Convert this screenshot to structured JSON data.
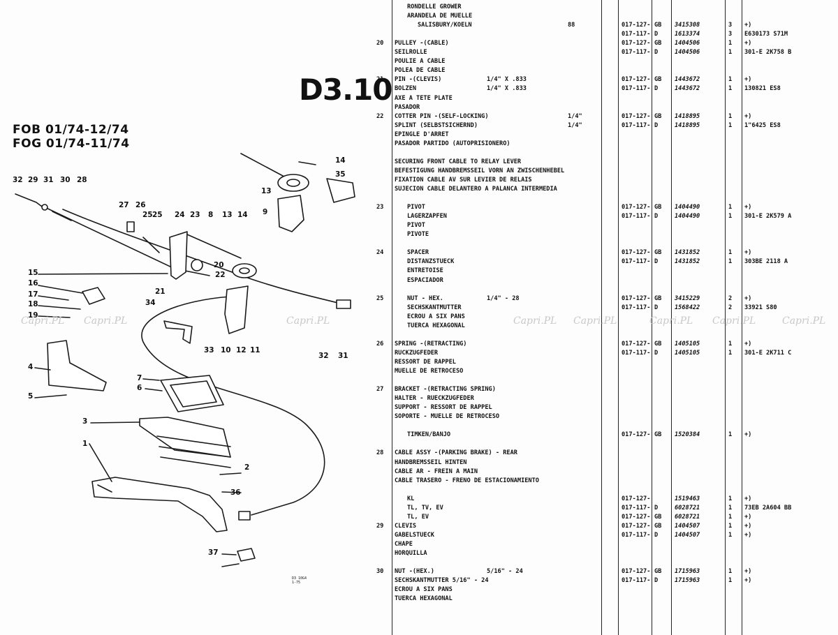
{
  "header": {
    "page_code": "D3.10",
    "fob": "FOB 01/74-12/74",
    "fog": "FOG 01/74-11/74",
    "stamp_line1": "D3 10G4",
    "stamp_line2": "1-75"
  },
  "watermark": "Capri.PL",
  "diagram_labels": [
    {
      "n": "32"
    },
    {
      "n": "29"
    },
    {
      "n": "31"
    },
    {
      "n": "30"
    },
    {
      "n": "28"
    },
    {
      "n": "14"
    },
    {
      "n": "35"
    },
    {
      "n": "13"
    },
    {
      "n": "9"
    },
    {
      "n": "27"
    },
    {
      "n": "26"
    },
    {
      "n": "25"
    },
    {
      "n": "25"
    },
    {
      "n": "24"
    },
    {
      "n": "23"
    },
    {
      "n": "8"
    },
    {
      "n": "13"
    },
    {
      "n": "14"
    },
    {
      "n": "15"
    },
    {
      "n": "16"
    },
    {
      "n": "17"
    },
    {
      "n": "18"
    },
    {
      "n": "19"
    },
    {
      "n": "20"
    },
    {
      "n": "22"
    },
    {
      "n": "21"
    },
    {
      "n": "34"
    },
    {
      "n": "33"
    },
    {
      "n": "10"
    },
    {
      "n": "12"
    },
    {
      "n": "11"
    },
    {
      "n": "32"
    },
    {
      "n": "31"
    },
    {
      "n": "4"
    },
    {
      "n": "5"
    },
    {
      "n": "7"
    },
    {
      "n": "6"
    },
    {
      "n": "3"
    },
    {
      "n": "1"
    },
    {
      "n": "2"
    },
    {
      "n": "36"
    },
    {
      "n": "37"
    }
  ],
  "parts_rows": [
    {
      "item": "",
      "desc": "RONDELLE GROWER",
      "ind": 1,
      "size": "",
      "size2": "",
      "mod": "",
      "ctry": "",
      "part": "",
      "qty": "",
      "note": ""
    },
    {
      "item": "",
      "desc": "ARANDELA DE MUELLE",
      "ind": 1,
      "size": "",
      "size2": "",
      "mod": "",
      "ctry": "",
      "part": "",
      "qty": "",
      "note": ""
    },
    {
      "item": "",
      "desc": "SALISBURY/KOELN",
      "ind": 2,
      "size": "",
      "size2": "88",
      "mod": "017‐127‐",
      "ctry": "GB",
      "part": "3415308",
      "qty": "3",
      "note": "+)"
    },
    {
      "item": "",
      "desc": "",
      "ind": 0,
      "size": "",
      "size2": "",
      "mod": "017‐117‐",
      "ctry": "D",
      "part": "1613374",
      "qty": "3",
      "note": "E630173 S71M"
    },
    {
      "item": "20",
      "desc": "PULLEY ‐(CABLE)",
      "ind": 0,
      "size": "",
      "size2": "",
      "mod": "017‐127‐",
      "ctry": "GB",
      "part": "1404506",
      "qty": "1",
      "note": "+)"
    },
    {
      "item": "",
      "desc": "SEILROLLE",
      "ind": 0,
      "size": "",
      "size2": "",
      "mod": "017‐117‐",
      "ctry": "D",
      "part": "1404506",
      "qty": "1",
      "note": "301‐E 2K758 B"
    },
    {
      "item": "",
      "desc": "POULIE A CABLE",
      "ind": 0,
      "size": "",
      "size2": "",
      "mod": "",
      "ctry": "",
      "part": "",
      "qty": "",
      "note": ""
    },
    {
      "item": "",
      "desc": "POLEA DE CABLE",
      "ind": 0,
      "size": "",
      "size2": "",
      "mod": "",
      "ctry": "",
      "part": "",
      "qty": "",
      "note": ""
    },
    {
      "item": "21",
      "desc": "PIN ‐(CLEVIS)",
      "ind": 0,
      "size": "1/4\" X .833",
      "size2": "",
      "mod": "017‐127‐",
      "ctry": "GB",
      "part": "1443672",
      "qty": "1",
      "note": "+)"
    },
    {
      "item": "",
      "desc": "BOLZEN",
      "ind": 0,
      "size": "1/4\" X .833",
      "size2": "",
      "mod": "017‐117‐",
      "ctry": "D",
      "part": "1443672",
      "qty": "1",
      "note": "130821 ES8"
    },
    {
      "item": "",
      "desc": "AXE A TETE PLATE",
      "ind": 0,
      "size": "",
      "size2": "",
      "mod": "",
      "ctry": "",
      "part": "",
      "qty": "",
      "note": ""
    },
    {
      "item": "",
      "desc": "PASADOR",
      "ind": 0,
      "size": "",
      "size2": "",
      "mod": "",
      "ctry": "",
      "part": "",
      "qty": "",
      "note": ""
    },
    {
      "item": "22",
      "desc": "COTTER PIN ‐(SELF‐LOCKING)",
      "ind": 0,
      "size": "",
      "size2": "1/4\"",
      "mod": "017‐127‐",
      "ctry": "GB",
      "part": "1418895",
      "qty": "1",
      "note": "+)"
    },
    {
      "item": "",
      "desc": "SPLINT (SELBSTSICHERND)",
      "ind": 0,
      "size": "",
      "size2": "1/4\"",
      "mod": "017‐117‐",
      "ctry": "D",
      "part": "1418895",
      "qty": "1",
      "note": "1\"6425 ES8"
    },
    {
      "item": "",
      "desc": "EPINGLE D'ARRET",
      "ind": 0,
      "size": "",
      "size2": "",
      "mod": "",
      "ctry": "",
      "part": "",
      "qty": "",
      "note": ""
    },
    {
      "item": "",
      "desc": "PASADOR PARTIDO (AUTOPRISIONERO)",
      "ind": 0,
      "size": "",
      "size2": "",
      "mod": "",
      "ctry": "",
      "part": "",
      "qty": "",
      "note": ""
    },
    {
      "item": "",
      "desc": "",
      "ind": 0,
      "size": "",
      "size2": "",
      "mod": "",
      "ctry": "",
      "part": "",
      "qty": "",
      "note": ""
    },
    {
      "item": "",
      "desc": "SECURING FRONT CABLE TO RELAY LEVER",
      "ind": 0,
      "size": "",
      "size2": "",
      "mod": "",
      "ctry": "",
      "part": "",
      "qty": "",
      "note": ""
    },
    {
      "item": "",
      "desc": "BEFESTIGUNG HANDBREMSSEIL VORN AN ZWISCHENHEBEL",
      "ind": 0,
      "size": "",
      "size2": "",
      "mod": "",
      "ctry": "",
      "part": "",
      "qty": "",
      "note": ""
    },
    {
      "item": "",
      "desc": "FIXATION CABLE AV SUR LEVIER DE RELAIS",
      "ind": 0,
      "size": "",
      "size2": "",
      "mod": "",
      "ctry": "",
      "part": "",
      "qty": "",
      "note": ""
    },
    {
      "item": "",
      "desc": "SUJECION CABLE DELANTERO A PALANCA INTERMEDIA",
      "ind": 0,
      "size": "",
      "size2": "",
      "mod": "",
      "ctry": "",
      "part": "",
      "qty": "",
      "note": ""
    },
    {
      "item": "",
      "desc": "",
      "ind": 0,
      "size": "",
      "size2": "",
      "mod": "",
      "ctry": "",
      "part": "",
      "qty": "",
      "note": ""
    },
    {
      "item": "23",
      "desc": "PIVOT",
      "ind": 1,
      "size": "",
      "size2": "",
      "mod": "017‐127‐",
      "ctry": "GB",
      "part": "1404490",
      "qty": "1",
      "note": "+)"
    },
    {
      "item": "",
      "desc": "LAGERZAPFEN",
      "ind": 1,
      "size": "",
      "size2": "",
      "mod": "017‐117‐",
      "ctry": "D",
      "part": "1404490",
      "qty": "1",
      "note": "301‐E 2K579 A"
    },
    {
      "item": "",
      "desc": "PIVOT",
      "ind": 1,
      "size": "",
      "size2": "",
      "mod": "",
      "ctry": "",
      "part": "",
      "qty": "",
      "note": ""
    },
    {
      "item": "",
      "desc": "PIVOTE",
      "ind": 1,
      "size": "",
      "size2": "",
      "mod": "",
      "ctry": "",
      "part": "",
      "qty": "",
      "note": ""
    },
    {
      "item": "",
      "desc": "",
      "ind": 0,
      "size": "",
      "size2": "",
      "mod": "",
      "ctry": "",
      "part": "",
      "qty": "",
      "note": ""
    },
    {
      "item": "24",
      "desc": "SPACER",
      "ind": 1,
      "size": "",
      "size2": "",
      "mod": "017‐127‐",
      "ctry": "GB",
      "part": "1431852",
      "qty": "1",
      "note": "+)"
    },
    {
      "item": "",
      "desc": "DISTANZSTUECK",
      "ind": 1,
      "size": "",
      "size2": "",
      "mod": "017‐117‐",
      "ctry": "D",
      "part": "1431852",
      "qty": "1",
      "note": "303BE 2118 A"
    },
    {
      "item": "",
      "desc": "ENTRETOISE",
      "ind": 1,
      "size": "",
      "size2": "",
      "mod": "",
      "ctry": "",
      "part": "",
      "qty": "",
      "note": ""
    },
    {
      "item": "",
      "desc": "ESPACIADOR",
      "ind": 1,
      "size": "",
      "size2": "",
      "mod": "",
      "ctry": "",
      "part": "",
      "qty": "",
      "note": ""
    },
    {
      "item": "",
      "desc": "",
      "ind": 0,
      "size": "",
      "size2": "",
      "mod": "",
      "ctry": "",
      "part": "",
      "qty": "",
      "note": ""
    },
    {
      "item": "25",
      "desc": "NUT ‐ HEX.",
      "ind": 1,
      "size": "1/4\" ‐ 28",
      "size2": "",
      "mod": "017‐127‐",
      "ctry": "GB",
      "part": "3415229",
      "qty": "2",
      "note": "+)"
    },
    {
      "item": "",
      "desc": "SECHSKANTMUTTER",
      "ind": 1,
      "size": "",
      "size2": "",
      "mod": "017‐117‐",
      "ctry": "D",
      "part": "1568422",
      "qty": "2",
      "note": "33921 S80"
    },
    {
      "item": "",
      "desc": "ECROU A SIX PANS",
      "ind": 1,
      "size": "",
      "size2": "",
      "mod": "",
      "ctry": "",
      "part": "",
      "qty": "",
      "note": ""
    },
    {
      "item": "",
      "desc": "TUERCA HEXAGONAL",
      "ind": 1,
      "size": "",
      "size2": "",
      "mod": "",
      "ctry": "",
      "part": "",
      "qty": "",
      "note": ""
    },
    {
      "item": "",
      "desc": "",
      "ind": 0,
      "size": "",
      "size2": "",
      "mod": "",
      "ctry": "",
      "part": "",
      "qty": "",
      "note": ""
    },
    {
      "item": "26",
      "desc": "SPRING ‐(RETRACTING)",
      "ind": 0,
      "size": "",
      "size2": "",
      "mod": "017‐127‐",
      "ctry": "GB",
      "part": "1405105",
      "qty": "1",
      "note": "+)"
    },
    {
      "item": "",
      "desc": "RUCKZUGFEDER",
      "ind": 0,
      "size": "",
      "size2": "",
      "mod": "017‐117‐",
      "ctry": "D",
      "part": "1405105",
      "qty": "1",
      "note": "301‐E 2K711 C"
    },
    {
      "item": "",
      "desc": "RESSORT DE RAPPEL",
      "ind": 0,
      "size": "",
      "size2": "",
      "mod": "",
      "ctry": "",
      "part": "",
      "qty": "",
      "note": ""
    },
    {
      "item": "",
      "desc": "MUELLE DE RETROCESO",
      "ind": 0,
      "size": "",
      "size2": "",
      "mod": "",
      "ctry": "",
      "part": "",
      "qty": "",
      "note": ""
    },
    {
      "item": "",
      "desc": "",
      "ind": 0,
      "size": "",
      "size2": "",
      "mod": "",
      "ctry": "",
      "part": "",
      "qty": "",
      "note": ""
    },
    {
      "item": "27",
      "desc": "BRACKET ‐(RETRACTING SPRING)",
      "ind": 0,
      "size": "",
      "size2": "",
      "mod": "",
      "ctry": "",
      "part": "",
      "qty": "",
      "note": ""
    },
    {
      "item": "",
      "desc": "HALTER ‐ RUECKZUGFEDER",
      "ind": 0,
      "size": "",
      "size2": "",
      "mod": "",
      "ctry": "",
      "part": "",
      "qty": "",
      "note": ""
    },
    {
      "item": "",
      "desc": "SUPPORT ‐ RESSORT DE RAPPEL",
      "ind": 0,
      "size": "",
      "size2": "",
      "mod": "",
      "ctry": "",
      "part": "",
      "qty": "",
      "note": ""
    },
    {
      "item": "",
      "desc": "SOPORTE ‐ MUELLE DE RETROCESO",
      "ind": 0,
      "size": "",
      "size2": "",
      "mod": "",
      "ctry": "",
      "part": "",
      "qty": "",
      "note": ""
    },
    {
      "item": "",
      "desc": "",
      "ind": 0,
      "size": "",
      "size2": "",
      "mod": "",
      "ctry": "",
      "part": "",
      "qty": "",
      "note": ""
    },
    {
      "item": "",
      "desc": "TIMKEN/BANJO",
      "ind": 1,
      "size": "",
      "size2": "",
      "mod": "017‐127‐",
      "ctry": "GB",
      "part": "1520384",
      "qty": "1",
      "note": "+)"
    },
    {
      "item": "",
      "desc": "",
      "ind": 0,
      "size": "",
      "size2": "",
      "mod": "",
      "ctry": "",
      "part": "",
      "qty": "",
      "note": ""
    },
    {
      "item": "28",
      "desc": "CABLE ASSY ‐(PARKING BRAKE) ‐ REAR",
      "ind": 0,
      "size": "",
      "size2": "",
      "mod": "",
      "ctry": "",
      "part": "",
      "qty": "",
      "note": ""
    },
    {
      "item": "",
      "desc": "HANDBREMSSEIL HINTEN",
      "ind": 0,
      "size": "",
      "size2": "",
      "mod": "",
      "ctry": "",
      "part": "",
      "qty": "",
      "note": ""
    },
    {
      "item": "",
      "desc": "CABLE AR ‐ FREIN A MAIN",
      "ind": 0,
      "size": "",
      "size2": "",
      "mod": "",
      "ctry": "",
      "part": "",
      "qty": "",
      "note": ""
    },
    {
      "item": "",
      "desc": "CABLE TRASERO ‐ FRENO DE ESTACIONAMIENTO",
      "ind": 0,
      "size": "",
      "size2": "",
      "mod": "",
      "ctry": "",
      "part": "",
      "qty": "",
      "note": ""
    },
    {
      "item": "",
      "desc": "",
      "ind": 0,
      "size": "",
      "size2": "",
      "mod": "",
      "ctry": "",
      "part": "",
      "qty": "",
      "note": ""
    },
    {
      "item": "",
      "desc": "KL",
      "ind": 1,
      "size": "",
      "size2": "",
      "mod": "017‐127‐",
      "ctry": "",
      "part": "1519463",
      "qty": "1",
      "note": "+)"
    },
    {
      "item": "",
      "desc": "TL, TV, EV",
      "ind": 1,
      "size": "",
      "size2": "",
      "mod": "017‐117‐",
      "ctry": "D",
      "part": "6028721",
      "qty": "1",
      "note": "73EB 2A604 BB"
    },
    {
      "item": "",
      "desc": "TL, EV",
      "ind": 1,
      "size": "",
      "size2": "",
      "mod": "017‐127‐",
      "ctry": "GB",
      "part": "6028721",
      "qty": "1",
      "note": "+)"
    },
    {
      "item": "29",
      "desc": "CLEVIS",
      "ind": 0,
      "size": "",
      "size2": "",
      "mod": "017‐127‐",
      "ctry": "GB",
      "part": "1404507",
      "qty": "1",
      "note": "+)"
    },
    {
      "item": "",
      "desc": "GABELSTUECK",
      "ind": 0,
      "size": "",
      "size2": "",
      "mod": "017‐117‐",
      "ctry": "D",
      "part": "1404507",
      "qty": "1",
      "note": "+)"
    },
    {
      "item": "",
      "desc": "CHAPE",
      "ind": 0,
      "size": "",
      "size2": "",
      "mod": "",
      "ctry": "",
      "part": "",
      "qty": "",
      "note": ""
    },
    {
      "item": "",
      "desc": "HORQUILLA",
      "ind": 0,
      "size": "",
      "size2": "",
      "mod": "",
      "ctry": "",
      "part": "",
      "qty": "",
      "note": ""
    },
    {
      "item": "",
      "desc": "",
      "ind": 0,
      "size": "",
      "size2": "",
      "mod": "",
      "ctry": "",
      "part": "",
      "qty": "",
      "note": ""
    },
    {
      "item": "30",
      "desc": "NUT ‐(HEX.)",
      "ind": 0,
      "size": "5/16\" ‐ 24",
      "size2": "",
      "mod": "017‐127‐",
      "ctry": "GB",
      "part": "1715963",
      "qty": "1",
      "note": "+)"
    },
    {
      "item": "",
      "desc": "SECHSKANTMUTTER 5/16\" ‐ 24",
      "ind": 0,
      "size": "",
      "size2": "",
      "mod": "017‐117‐",
      "ctry": "D",
      "part": "1715963",
      "qty": "1",
      "note": "+)"
    },
    {
      "item": "",
      "desc": "ECROU A SIX PANS",
      "ind": 0,
      "size": "",
      "size2": "",
      "mod": "",
      "ctry": "",
      "part": "",
      "qty": "",
      "note": ""
    },
    {
      "item": "",
      "desc": "TUERCA HEXAGONAL",
      "ind": 0,
      "size": "",
      "size2": "",
      "mod": "",
      "ctry": "",
      "part": "",
      "qty": "",
      "note": ""
    }
  ]
}
